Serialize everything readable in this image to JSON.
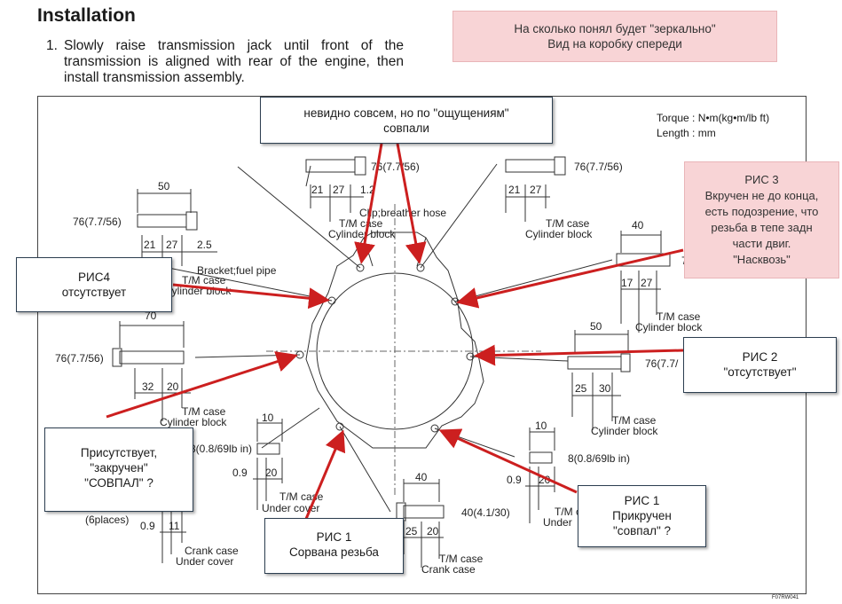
{
  "header": {
    "title": "Installation",
    "step_number": "1.",
    "step_text": "Slowly raise transmission jack until front of the transmission is aligned with rear of the engine, then install transmission assembly."
  },
  "legend": {
    "torque": "Torque : N•m(kg•m/lb ft)",
    "length": "Length : mm"
  },
  "figure_code": "F07RW041",
  "bolts": {
    "top_center": {
      "torque": "76(7.7/56)",
      "dims": [
        "21",
        "27",
        "1.2"
      ],
      "labels": [
        "Clip;breather hose",
        "T/M case",
        "Cylinder block"
      ]
    },
    "top_right": {
      "torque": "76(7.7/56)",
      "dims": [
        "21",
        "27"
      ],
      "labels": [
        "T/M case",
        "Cylinder block"
      ]
    },
    "upper_left": {
      "length": "50",
      "torque": "76(7.7/56)",
      "dims": [
        "21",
        "27",
        "2.5"
      ],
      "labels": [
        "Bracket;fuel pipe",
        "T/M case",
        "Cylinder block"
      ]
    },
    "right_upper": {
      "length": "40",
      "torque": "7",
      "dims": [
        "17",
        "27"
      ],
      "labels": [
        "T/M case",
        "Cylinder block"
      ]
    },
    "left_mid": {
      "length": "70",
      "torque": "76(7.7/56)",
      "dims": [
        "32",
        "20"
      ],
      "labels": [
        "T/M case",
        "Cylinder block"
      ]
    },
    "right_mid": {
      "length": "50",
      "torque": "76(7.7/",
      "dims": [
        "25",
        "30"
      ],
      "labels": [
        "T/M case",
        "Cylinder block"
      ]
    },
    "left_small": {
      "length": "10",
      "torque": "8(0.8/69lb in)",
      "dims": [
        "0.9",
        "20"
      ],
      "labels": [
        "T/M case",
        "Under cover"
      ]
    },
    "right_small": {
      "length": "10",
      "torque": "8(0.8/69lb in)",
      "dims": [
        "0.9",
        "20"
      ],
      "labels": [
        "T/M c",
        "Under"
      ]
    },
    "bottom_left": {
      "note": "(6places)",
      "dims": [
        "0.9",
        "11"
      ],
      "labels": [
        "Crank case",
        "Under cover"
      ]
    },
    "bottom_center": {
      "length": "40",
      "torque": "40(4.1/30)",
      "dims": [
        "25",
        "20"
      ],
      "labels": [
        "T/M case",
        "Crank case"
      ]
    }
  },
  "annotations": {
    "top_pink": {
      "line1": "На сколько понял будет \"зеркально\"",
      "line2": "Вид на коробку спереди"
    },
    "top_box": {
      "line1": "невидно совсем, но по \"ощущениям\"",
      "line2": "совпали"
    },
    "ris3": {
      "line1": "РИС 3",
      "line2": "Вкручен не до конца,",
      "line3": "есть подозрение, что",
      "line4": "резьба в тепе задн",
      "line5": "части двиг.",
      "line6": "\"Насквозь\""
    },
    "ris4": {
      "line1": "РИС4",
      "line2": "отсутствует"
    },
    "ris2": {
      "line1": "РИС 2",
      "line2": "\"отсутствует\""
    },
    "left_bottom": {
      "line1": "Присутствует,",
      "line2": "\"закручен\"",
      "line3": "\"СОВПАЛ\" ?"
    },
    "ris1_left": {
      "line1": "РИС 1",
      "line2": "Сорвана резьба"
    },
    "ris1_right": {
      "line1": "РИС 1",
      "line2": "Прикручен",
      "line3": "\"совпал\" ?"
    }
  },
  "colors": {
    "arrow": "#cc1f1f",
    "pink_note": "#f8d4d6",
    "note_border": "#2c3e50"
  }
}
